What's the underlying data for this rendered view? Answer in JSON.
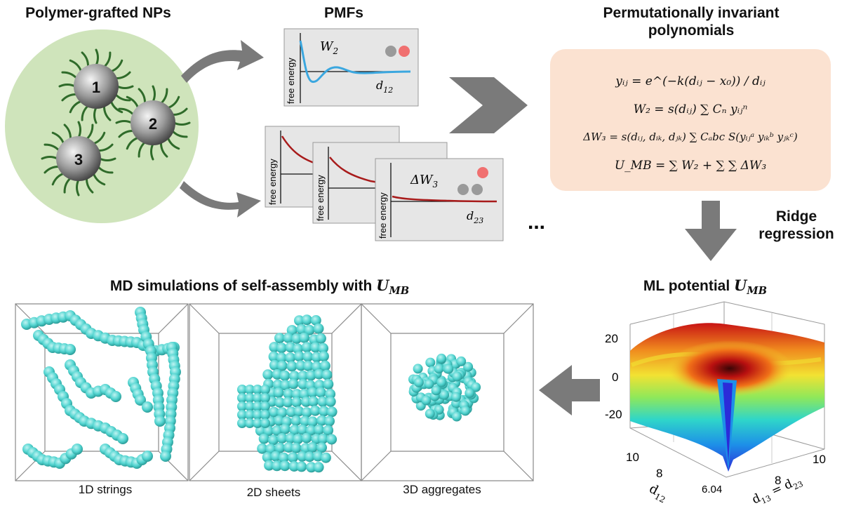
{
  "headers": {
    "grafted": "Polymer-grafted NPs",
    "pmfs": "PMFs",
    "pip_line1": "Permutationally invariant",
    "pip_line2": "polynomials",
    "ridge_line1": "Ridge",
    "ridge_line2": "regression",
    "md_title": "MD simulations of self-assembly with",
    "ml_title": "ML potential",
    "u_mb_symbol": "U",
    "u_mb_sub": "MB"
  },
  "particles": [
    "1",
    "2",
    "3"
  ],
  "pmf": {
    "free_energy": "free energy",
    "w2_label": "W",
    "w2_sub": "2",
    "dw3_label": "ΔW",
    "dw3_sub": "3",
    "d12": "d",
    "d12_sub": "12",
    "d23": "d",
    "d23_sub": "23",
    "ellipsis": "..."
  },
  "equations": {
    "eq1": "yᵢⱼ = e^(−k(dᵢⱼ − x₀)) / dᵢⱼ",
    "eq2": "W₂ = s(dᵢⱼ) ∑ Cₙ yᵢⱼⁿ",
    "eq3": "ΔW₃ = s(dᵢⱼ, dᵢₖ, dⱼₖ) ∑ Cₐbc S(yᵢⱼᵃ yᵢₖᵇ yⱼₖᶜ)",
    "eq4": "U_MB = ∑ W₂ + ∑ ∑ ΔW₃"
  },
  "surface_plot": {
    "z_ticks": [
      "20",
      "0",
      "-20"
    ],
    "d12_ticks": [
      "10",
      "8",
      "6.04"
    ],
    "d13_ticks": [
      "10",
      "8"
    ],
    "xlabel": "d",
    "xlabel_sub": "12",
    "ylabel_a": "d",
    "ylabel_a_sub": "13",
    "ylabel_eq": " = d",
    "ylabel_b_sub": "23"
  },
  "captions": {
    "strings": "1D strings",
    "sheets": "2D sheets",
    "aggregates": "3D aggregates"
  },
  "colors": {
    "circle_bg": "#cfe4bb",
    "ligand": "#2f6b2a",
    "pip_box": "#fbe2d1",
    "arrow": "#7a7a7a",
    "sphere": "#52d4d0",
    "w2_curve": "#3ba7df",
    "dw3_curve": "#a81b1b"
  }
}
